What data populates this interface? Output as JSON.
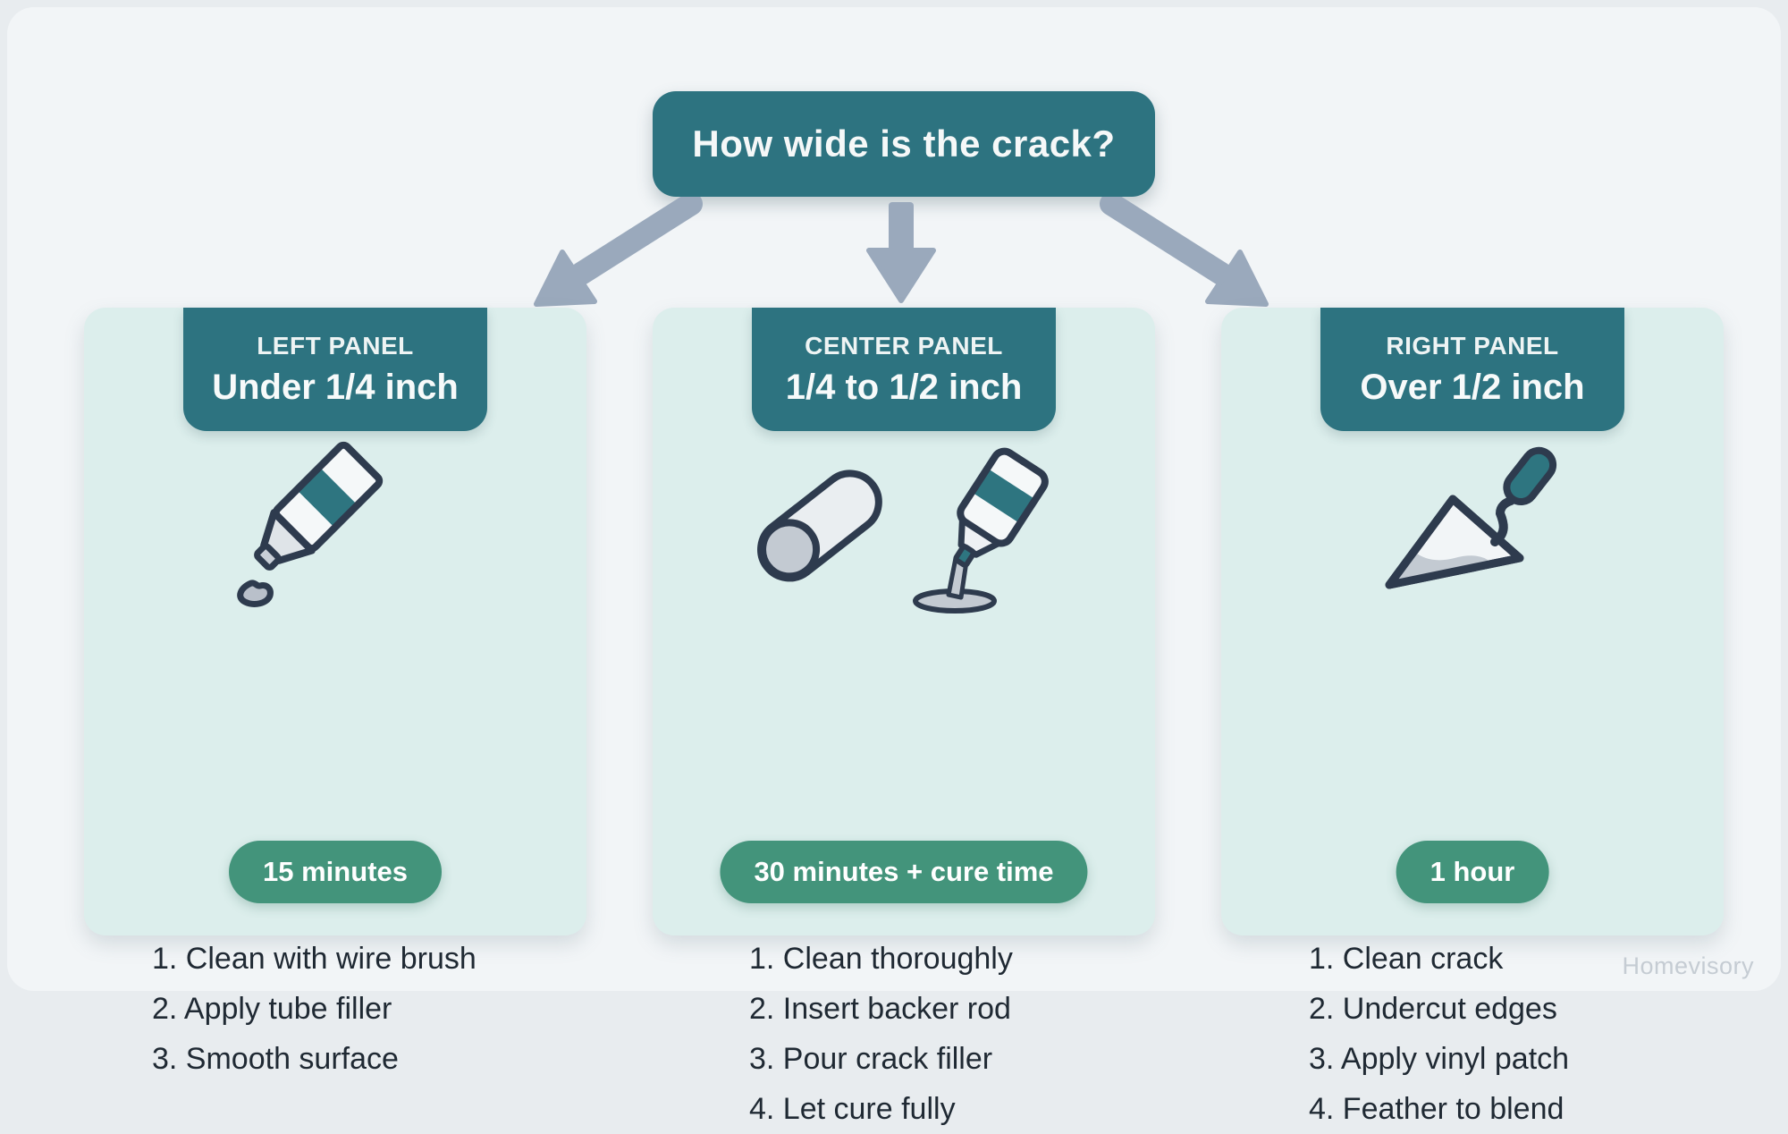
{
  "colors": {
    "outer_background": "#e8ecef",
    "card_background": "#f2f5f7",
    "teal": "#2d7380",
    "panel_background": "#dceeec",
    "badge_green": "#43947b",
    "arrow_gray": "#9aa9bc",
    "text_dark": "#1f2933",
    "icon_outline": "#2e3b4e",
    "icon_gray": "#c3cad2"
  },
  "header": {
    "question": "How wide is the crack?"
  },
  "panels": [
    {
      "kicker": "LEFT PANEL",
      "title": "Under 1/4 inch",
      "icon": "caulk-tube",
      "steps": [
        "1. Clean with wire brush",
        "2. Apply tube filler",
        "3. Smooth surface"
      ],
      "badge": "15 minutes"
    },
    {
      "kicker": "CENTER PANEL",
      "title": "1/4 to 1/2 inch",
      "icon": "backer-rod-and-pour-bottle",
      "steps": [
        "1. Clean thoroughly",
        "2. Insert backer rod",
        "3. Pour crack filler",
        "4. Let cure fully"
      ],
      "badge": "30 minutes + cure time"
    },
    {
      "kicker": "RIGHT PANEL",
      "title": "Over 1/2 inch",
      "icon": "trowel",
      "steps": [
        "1. Clean crack",
        "2. Undercut edges",
        "3. Apply vinyl patch",
        "4. Feather to blend"
      ],
      "badge": "1 hour"
    }
  ],
  "watermark": "Homevisory"
}
